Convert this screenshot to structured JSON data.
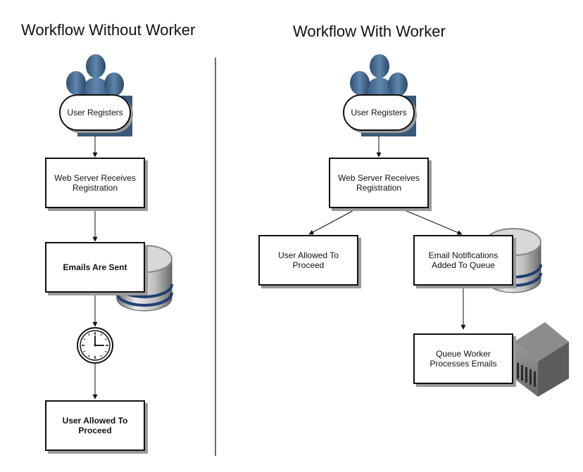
{
  "titles": {
    "left": "Workflow Without Worker",
    "right": "Workflow With Worker"
  },
  "left": {
    "user_registers": "User Registers",
    "web_server": "Web Server Receives Registration",
    "emails_sent": "Emails Are Sent",
    "user_allowed": "User Allowed To Proceed"
  },
  "right": {
    "user_registers": "User Registers",
    "web_server": "Web Server Receives Registration",
    "user_allowed": "User Allowed To Proceed",
    "email_notifications": "Email Notifications Added To Queue",
    "queue_worker": "Queue Worker Processes Emails"
  },
  "icons": {
    "users": "users-group-icon",
    "database": "database-icon",
    "clock": "clock-icon",
    "server": "server-icon"
  },
  "colors": {
    "user_icon_blue": "#4a6f94",
    "database_stripe": "#1f3f73",
    "box_border": "#111111",
    "shadow": "#9a9a9a"
  }
}
